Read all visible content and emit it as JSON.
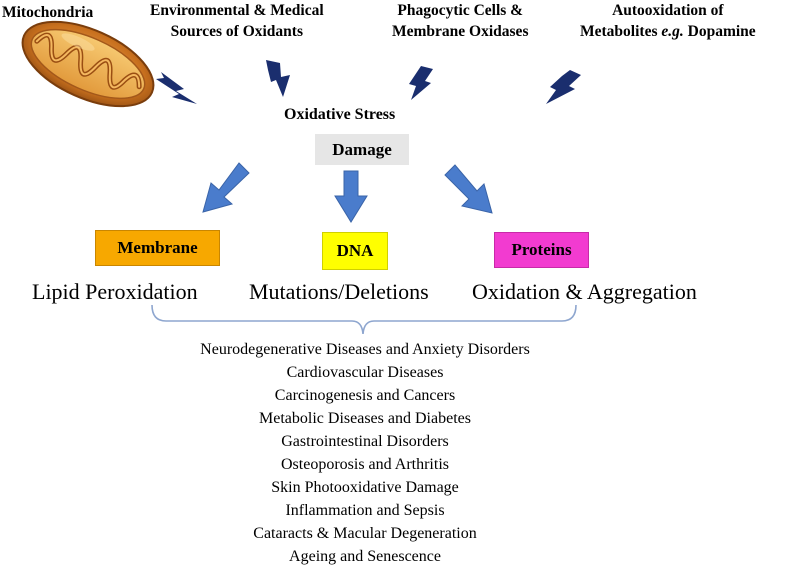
{
  "sources": {
    "mitochondria": "Mitochondria",
    "environmental_line1": "Environmental & Medical",
    "environmental_line2": "Sources of Oxidants",
    "phagocytic_line1": "Phagocytic Cells &",
    "phagocytic_line2": "Membrane Oxidases",
    "autoox_line1": "Autooxidation of",
    "autoox_line2_pre": "Metabolites ",
    "autoox_line2_italic": "e.g.",
    "autoox_line2_post": " Dopamine"
  },
  "center": {
    "oxidative_stress": "Oxidative Stress",
    "damage": "Damage"
  },
  "targets": [
    {
      "label": "Membrane",
      "color": "#f7a800",
      "effect": "Lipid Peroxidation"
    },
    {
      "label": "DNA",
      "color": "#ffff00",
      "effect": "Mutations/Deletions"
    },
    {
      "label": "Proteins",
      "color": "#f23bd0",
      "effect": "Oxidation & Aggregation"
    }
  ],
  "colors": {
    "lightning": "#1a2e6e",
    "arrow_fill": "#4a7ccc",
    "arrow_stroke": "#3a64a8",
    "brace": "#8ea6cf",
    "damage_bg": "#e6e6e6"
  },
  "diseases": [
    "Neurodegenerative Diseases and Anxiety Disorders",
    "Cardiovascular Diseases",
    "Carcinogenesis and Cancers",
    "Metabolic Diseases and Diabetes",
    "Gastrointestinal Disorders",
    "Osteoporosis and Arthritis",
    "Skin Photooxidative Damage",
    "Inflammation and Sepsis",
    "Cataracts & Macular Degeneration",
    "Ageing and Senescence"
  ]
}
